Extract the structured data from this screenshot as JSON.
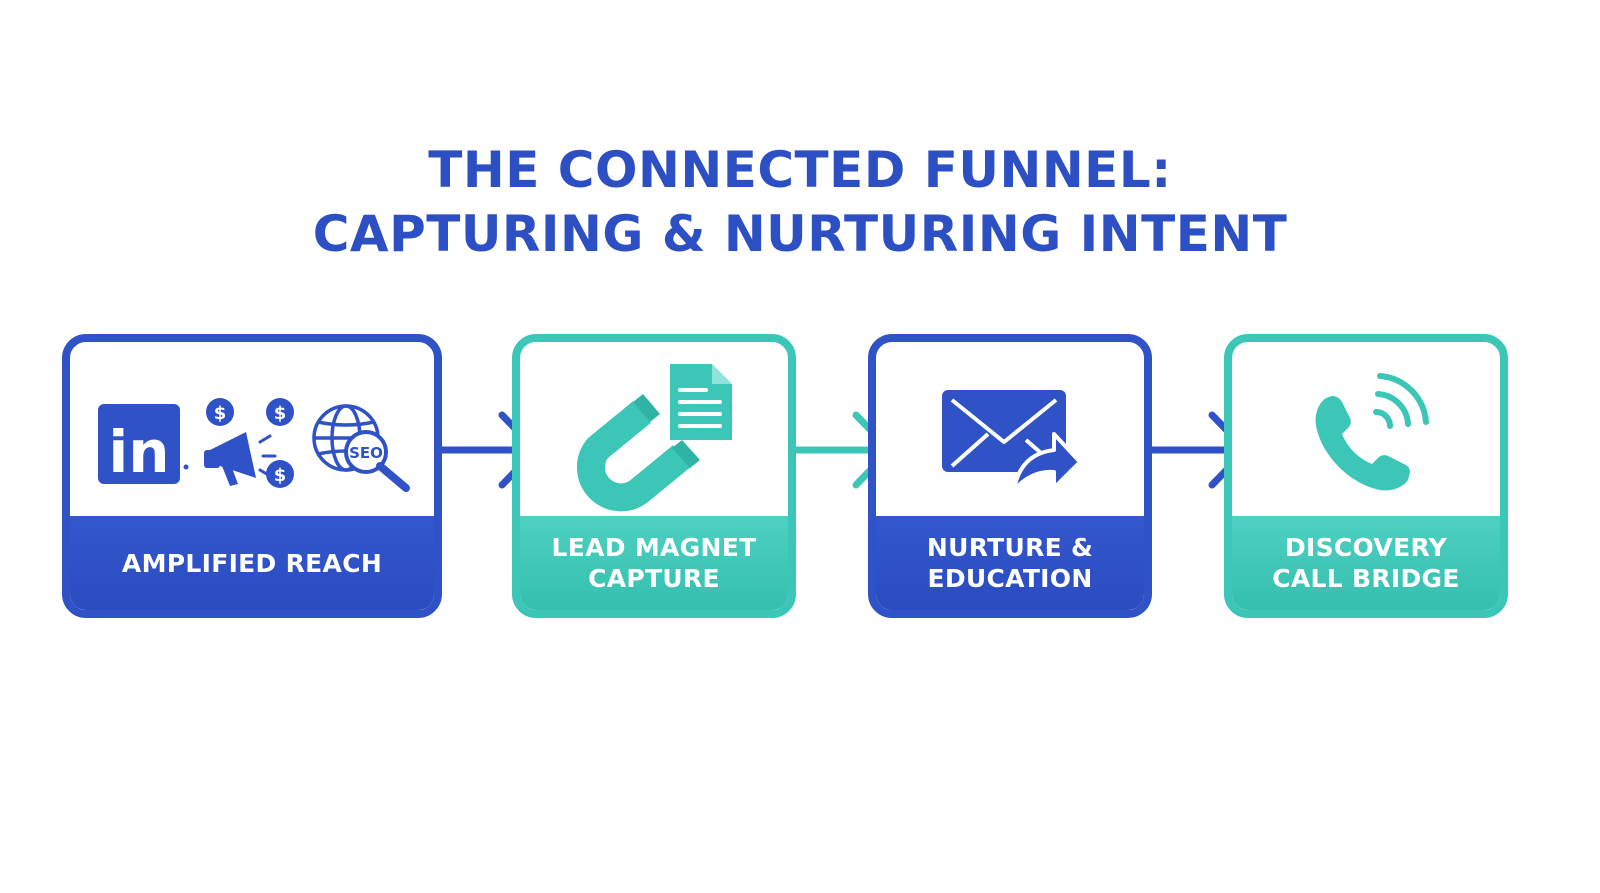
{
  "title": {
    "line1": "THE CONNECTED FUNNEL:",
    "line2": "CAPTURING & NURTURING INTENT"
  },
  "colors": {
    "blue": "#2f52c6",
    "teal": "#3cc6b8",
    "background": "#ffffff"
  },
  "steps": [
    {
      "id": "amplified-reach",
      "label_lines": [
        "AMPLIFIED REACH"
      ],
      "theme": "blue",
      "icons": [
        "linkedin-icon",
        "megaphone-icon",
        "dollar-coin-icon",
        "seo-globe-icon"
      ],
      "icon_text": {
        "linkedin": "in",
        "dollar": "$",
        "seo": "SEO"
      }
    },
    {
      "id": "lead-magnet-capture",
      "label_lines": [
        "LEAD MAGNET",
        "CAPTURE"
      ],
      "theme": "teal",
      "icons": [
        "magnet-icon",
        "document-icon"
      ]
    },
    {
      "id": "nurture-education",
      "label_lines": [
        "NURTURE &",
        "EDUCATION"
      ],
      "theme": "blue",
      "icons": [
        "envelope-icon",
        "forward-arrow-icon"
      ]
    },
    {
      "id": "discovery-call-bridge",
      "label_lines": [
        "DISCOVERY",
        "CALL BRIDGE"
      ],
      "theme": "teal",
      "icons": [
        "phone-icon"
      ]
    }
  ]
}
